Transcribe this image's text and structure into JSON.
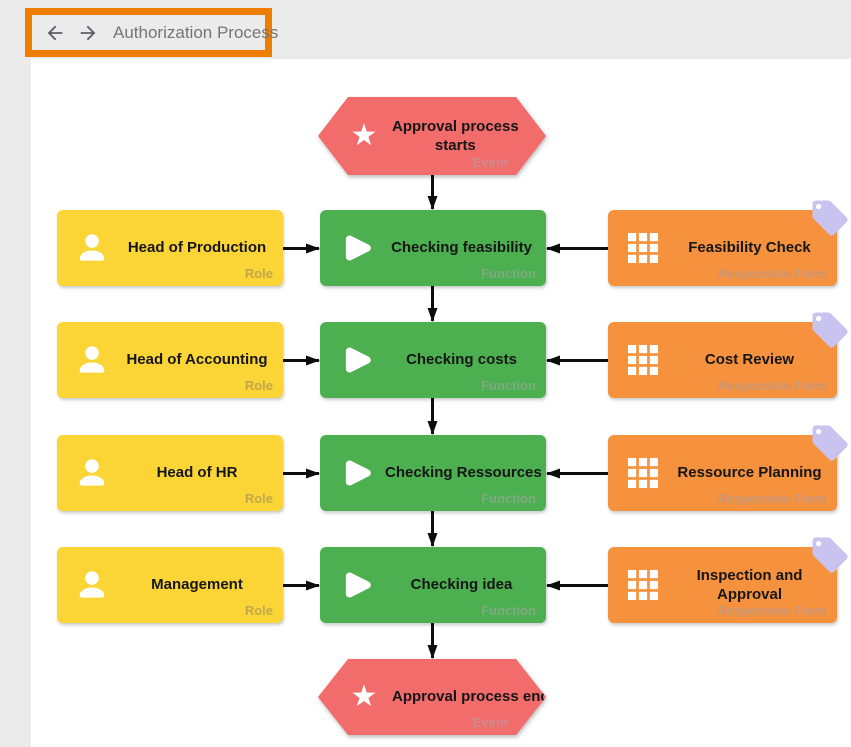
{
  "header": {
    "title": "Authorization Process",
    "back_icon": "arrow-back",
    "forward_icon": "arrow-forward",
    "annotation_color": "#ee7d00"
  },
  "colors": {
    "page_background": "#ebebeb",
    "canvas_background": "#ffffff",
    "event_red": "#f26c6c",
    "role_yellow": "#fbd435",
    "function_green": "#4caf50",
    "form_orange": "#f6913d",
    "tag_lavender": "#c9c3ef",
    "connector_black": "#0d0d0d"
  },
  "diagram": {
    "start_event": {
      "label": "Approval process\nstarts",
      "type": "Event",
      "icon": "star-icon"
    },
    "end_event": {
      "label": "Approval process ends",
      "type": "Event",
      "icon": "star-icon"
    },
    "rows": [
      {
        "role": {
          "label": "Head of Production",
          "type": "Role",
          "icon": "person-icon"
        },
        "function": {
          "label": "Checking feasibility",
          "type": "Function",
          "icon": "play-icon"
        },
        "form": {
          "label": "Feasibility Check",
          "type": "Responsive Form",
          "icon": "grid-icon"
        }
      },
      {
        "role": {
          "label": "Head of Accounting",
          "type": "Role",
          "icon": "person-icon"
        },
        "function": {
          "label": "Checking costs",
          "type": "Function",
          "icon": "play-icon"
        },
        "form": {
          "label": "Cost Review",
          "type": "Responsive Form",
          "icon": "grid-icon"
        }
      },
      {
        "role": {
          "label": "Head of HR",
          "type": "Role",
          "icon": "person-icon"
        },
        "function": {
          "label": "Checking Ressources",
          "type": "Function",
          "icon": "play-icon"
        },
        "form": {
          "label": "Ressource Planning",
          "type": "Responsive Form",
          "icon": "grid-icon"
        }
      },
      {
        "role": {
          "label": "Management",
          "type": "Role",
          "icon": "person-icon"
        },
        "function": {
          "label": "Checking idea",
          "type": "Function",
          "icon": "play-icon"
        },
        "form": {
          "label": "Inspection and\nApproval",
          "type": "Responsive Form",
          "icon": "grid-icon"
        }
      }
    ]
  }
}
